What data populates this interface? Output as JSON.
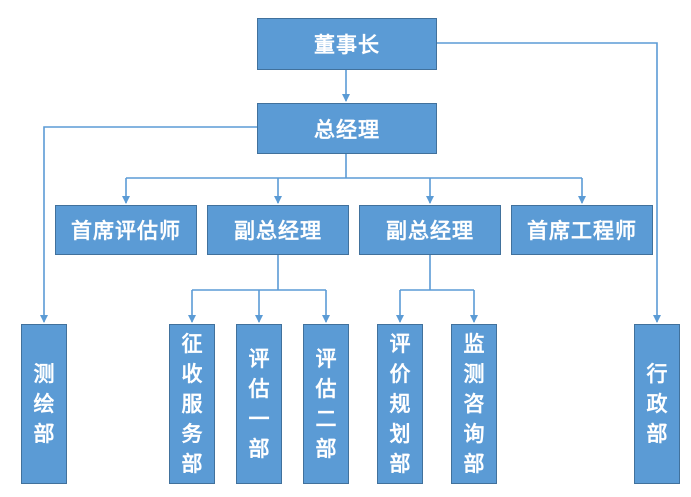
{
  "nodes": {
    "chairman": "董事长",
    "gm": "总经理",
    "chief_appraiser": "首席评估师",
    "vgm1": "副总经理",
    "vgm2": "副总经理",
    "chief_engineer": "首席工程师",
    "survey": "测绘部",
    "expropriation": "征收服务部",
    "eval1": "评估一部",
    "eval2": "评估二部",
    "planning": "评价规划部",
    "monitor": "监测咨询部",
    "admin": "行政部"
  },
  "colors": {
    "box_fill": "#5b9bd5",
    "box_border": "#41719c",
    "connector": "#5b9bd5",
    "text": "#ffffff"
  }
}
